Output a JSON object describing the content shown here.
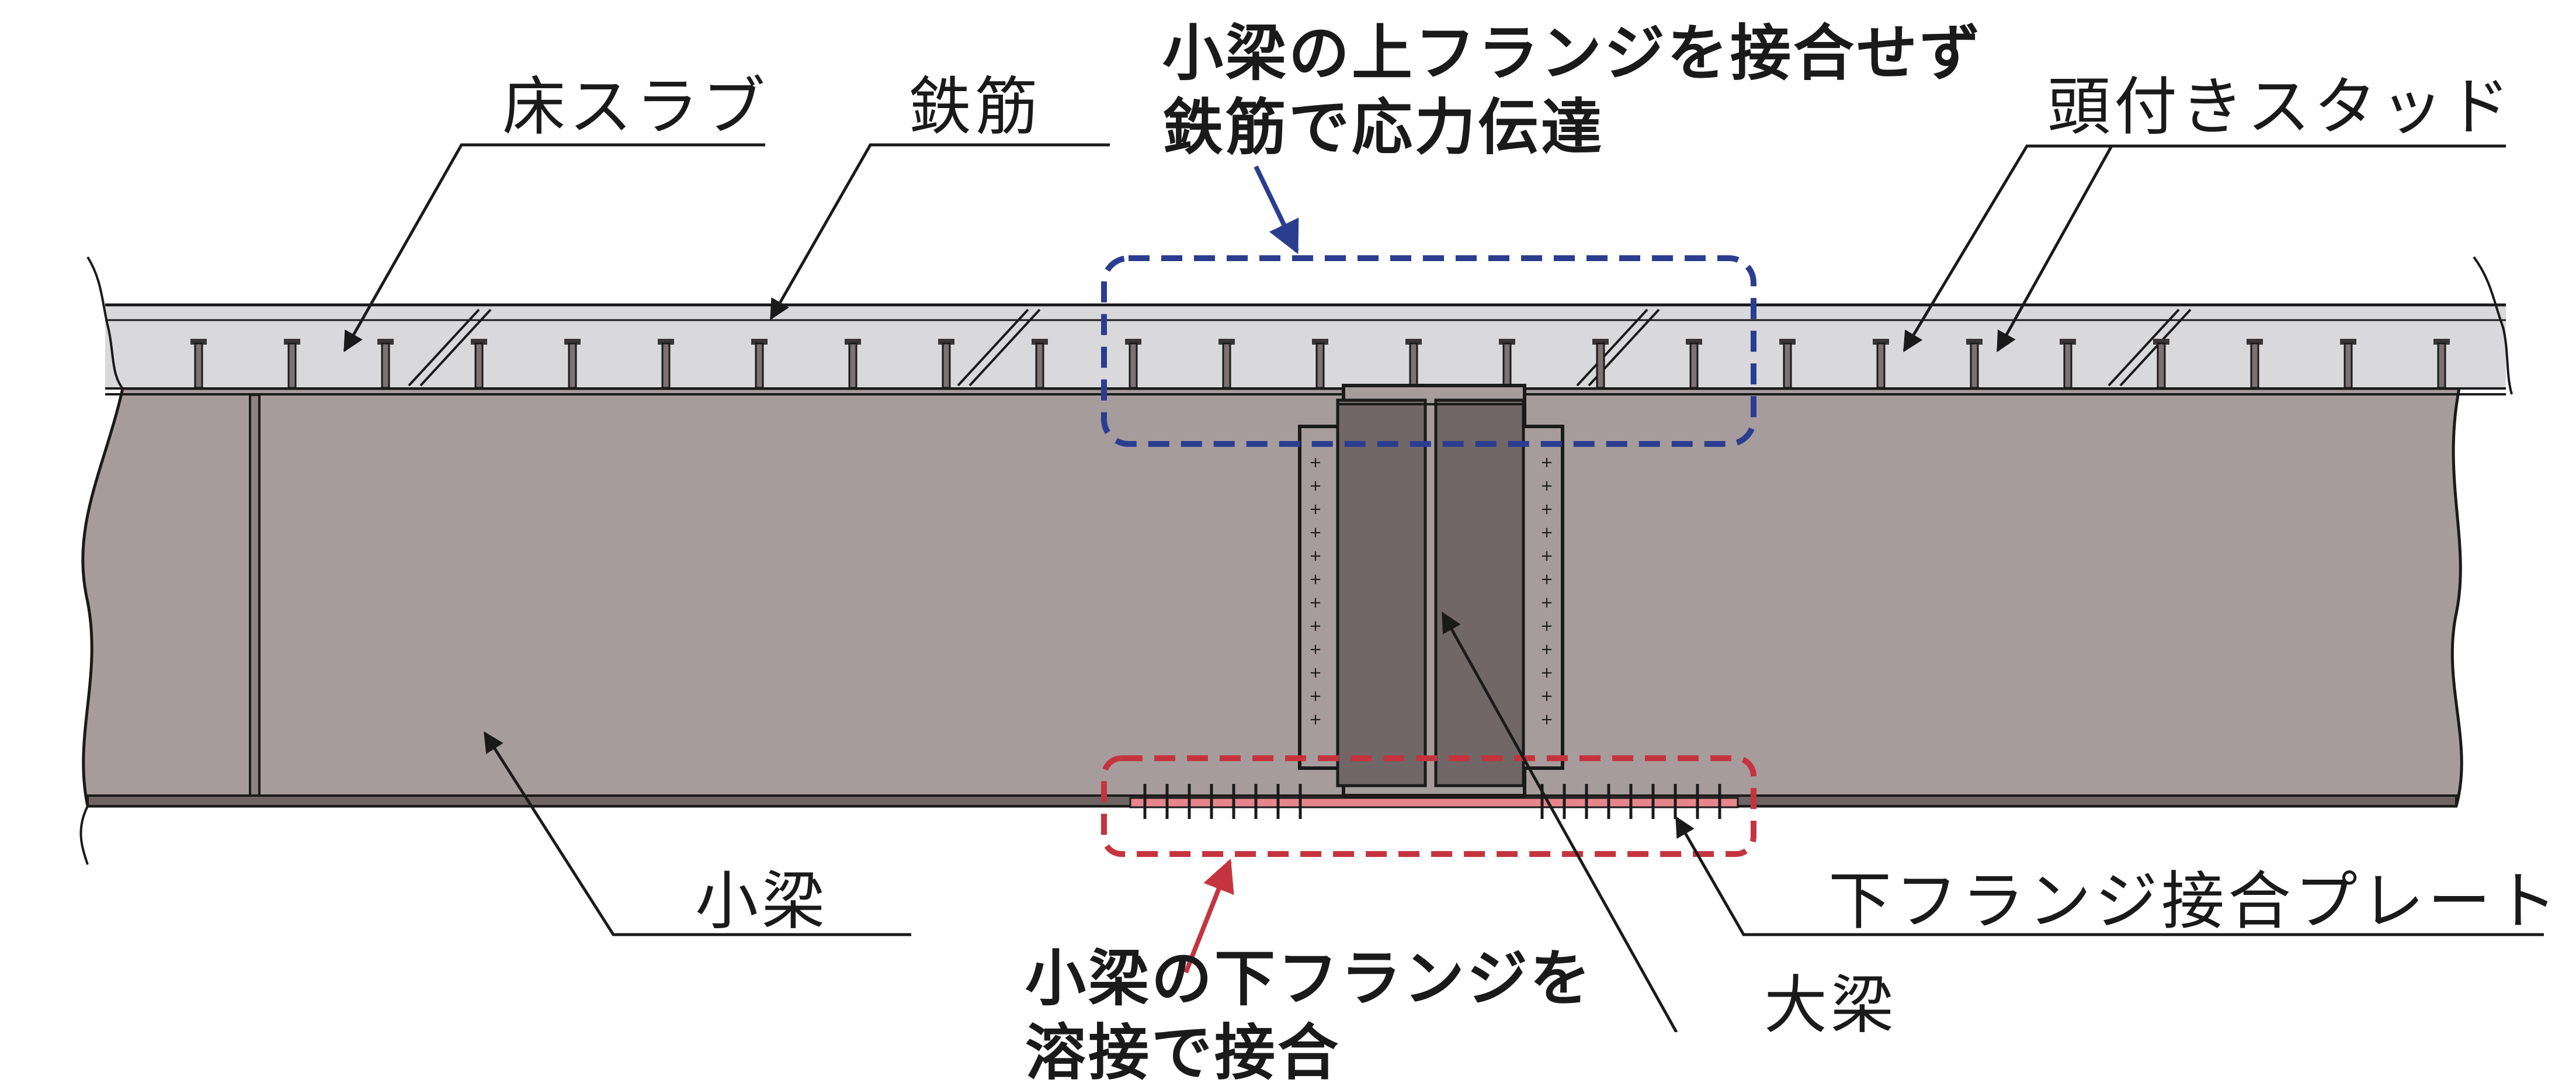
{
  "labels": {
    "floor_slab": "床スラブ",
    "rebar": "鉄筋",
    "stud": "頭付きスタッド",
    "top_note_line1": "小梁の上フランジを接合せず",
    "top_note_line2": "鉄筋で応力伝達",
    "small_beam": "小梁",
    "bottom_plate": "下フランジ接合プレート",
    "bottom_note_line1": "小梁の下フランジを",
    "bottom_note_line2": "溶接で接合",
    "main_beam": "大梁"
  },
  "colors": {
    "beam": "#a79c9c",
    "main_beam": "#716767",
    "slab": "#d9d9db",
    "line": "#1a1a1a",
    "blue_highlight": "#2b3d8f",
    "red_highlight": "#c5343e",
    "plate": "#e6868c"
  }
}
